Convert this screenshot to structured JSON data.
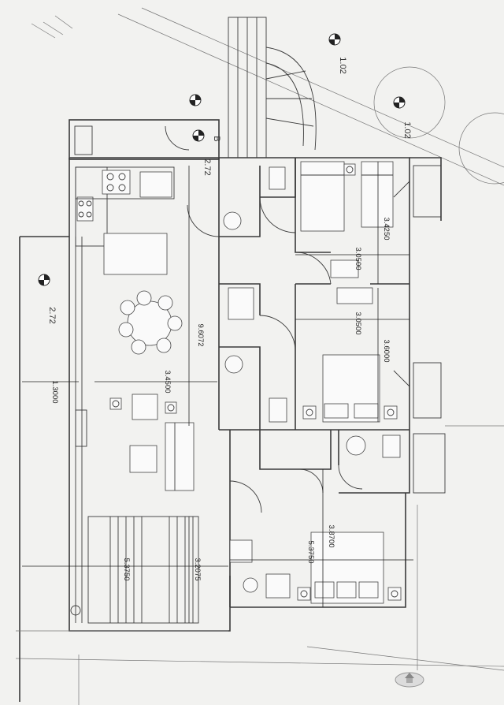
{
  "dimensions": {
    "living_depth": "9.6072",
    "living_width": "3.4500",
    "balcony_width": "1.3000",
    "bedroom1_width": "3.4250",
    "bedroom1_depth": "3.0500",
    "bedroom2_depth": "3.0500",
    "bedroom2_width": "3.6000",
    "bedroom3_width": "3.8700",
    "bedroom3_length": "5.3750",
    "south_length": "5.3750",
    "south_short": "3.2075"
  },
  "elevations": {
    "entry": "2.72",
    "balcony": "2.72",
    "garden_1": "1.02",
    "garden_2": "1.02"
  },
  "labels": {
    "entry_mark": "B"
  }
}
